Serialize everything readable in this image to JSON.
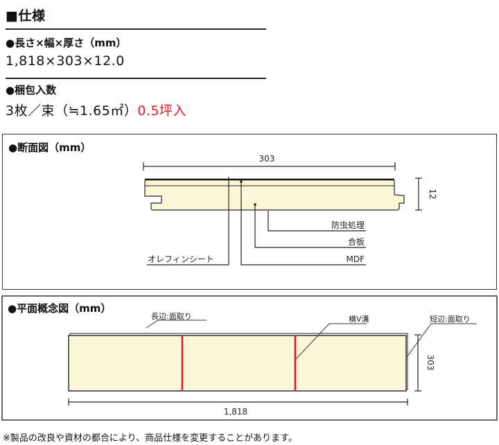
{
  "spec": {
    "heading": "■仕様",
    "size_label": "●長さ×幅×厚さ（mm）",
    "size_value": "1,818×303×12.0",
    "pack_label": "●梱包入数",
    "pack_value": "3枚／束（≒1.65㎡）",
    "pack_tsubo": "0.5坪入"
  },
  "cross_section": {
    "title": "●断面図（mm）",
    "width_dim": "303",
    "thickness_dim": "12",
    "layers": [
      {
        "label": "防虫処理"
      },
      {
        "label": "合板"
      },
      {
        "label": "MDF"
      },
      {
        "label": "オレフィンシート"
      }
    ],
    "fill_color": "#fdf9dc"
  },
  "plan_view": {
    "title": "●平面概念図（mm）",
    "long_edge_label": "長辺:面取り",
    "groove_label": "横V溝",
    "short_edge_label": "短辺:面取り",
    "length_dim": "1,818",
    "width_dim": "303",
    "groove_color": "#e8141e",
    "fill_color": "#fdf9dc"
  },
  "footnote": "※製品の改良や資材の都合により、商品仕様を変更することがあります。"
}
